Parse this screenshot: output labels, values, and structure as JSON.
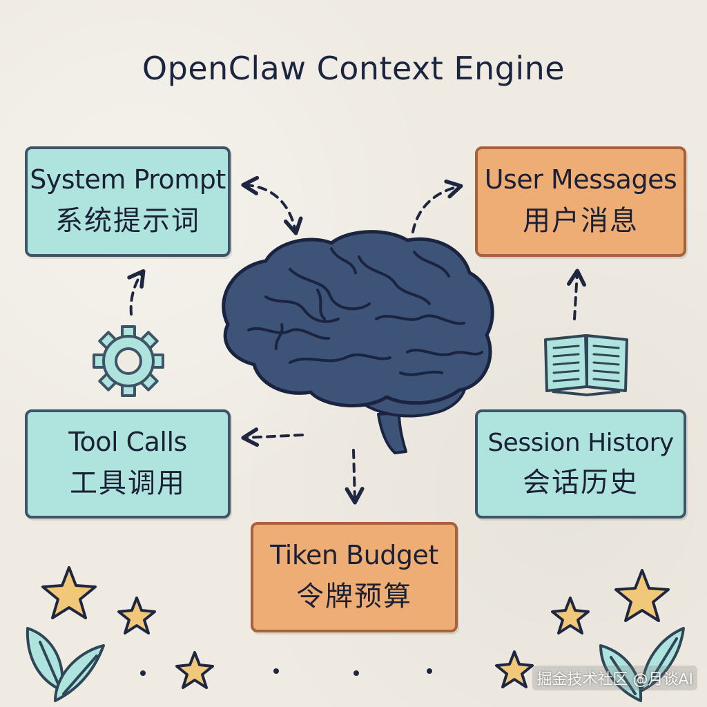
{
  "title": "OpenClaw Context Engine",
  "nodes": {
    "system_prompt": {
      "en": "System Prompt",
      "zh": "系统提示词"
    },
    "user_messages": {
      "en": "User Messages",
      "zh": "用户消息"
    },
    "tool_calls": {
      "en": "Tool Calls",
      "zh": "工具调用"
    },
    "session_history": {
      "en": "Session History",
      "zh": "会话历史"
    },
    "token_budget": {
      "en": "Tiken Budget",
      "zh": "令牌预算"
    }
  },
  "icons": {
    "center": "brain-icon",
    "gear": "gear-icon",
    "book": "open-book-icon",
    "decor": [
      "star-icon",
      "leaf-icon"
    ]
  },
  "colors": {
    "teal_box": "#aee3de",
    "orange_box": "#efad76",
    "brain": "#3d5378",
    "ink": "#1f2740"
  },
  "watermark": "掘金技术社区 @月谈AI"
}
